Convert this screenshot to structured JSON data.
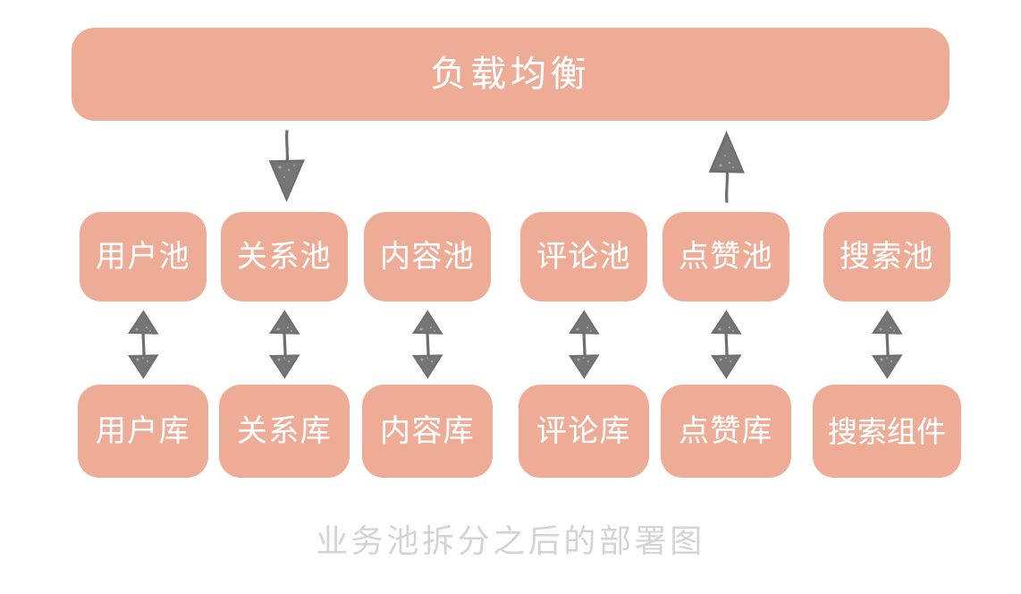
{
  "diagram": {
    "caption": "业务池拆分之后的部署图",
    "colors": {
      "box_fill": "#eeac97",
      "box_text": "#ffffff",
      "arrow": "#6f6f6f",
      "caption_text": "#d4d4d4",
      "background": "#ffffff"
    },
    "load_balancer": {
      "label": "负载均衡"
    },
    "pools": [
      {
        "label": "用户池"
      },
      {
        "label": "关系池"
      },
      {
        "label": "内容池"
      },
      {
        "label": "评论池"
      },
      {
        "label": "点赞池"
      },
      {
        "label": "搜索池"
      }
    ],
    "stores": [
      {
        "label": "用户库"
      },
      {
        "label": "关系库"
      },
      {
        "label": "内容库"
      },
      {
        "label": "评论库"
      },
      {
        "label": "点赞库"
      },
      {
        "label": "搜索组件"
      }
    ],
    "connectors": {
      "lb_to_pool": {
        "icon": "arrow-down-icon",
        "direction": "down"
      },
      "pool_to_lb": {
        "icon": "arrow-up-icon",
        "direction": "up"
      },
      "pool_store": {
        "icon": "arrow-updown-icon",
        "direction": "bidirectional"
      }
    }
  }
}
